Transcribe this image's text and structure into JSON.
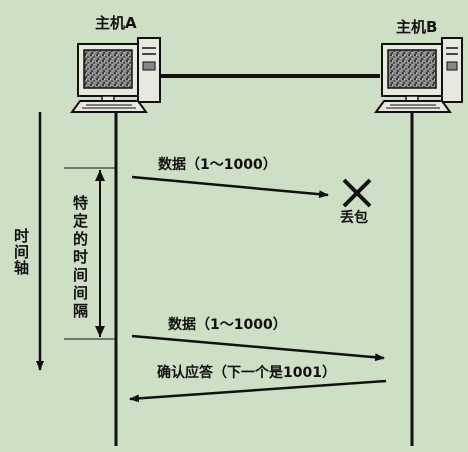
{
  "host_a": {
    "label": "主机A"
  },
  "host_b": {
    "label": "主机B"
  },
  "time_axis": {
    "label": "时间轴"
  },
  "interval": {
    "label": "特定的时间间隔"
  },
  "messages": [
    {
      "text": "数据（1～1000）"
    },
    {
      "text": "数据（1～1000）"
    },
    {
      "text": "确认应答（下一个是1001）"
    }
  ],
  "packet_loss": {
    "label": "丢包"
  }
}
